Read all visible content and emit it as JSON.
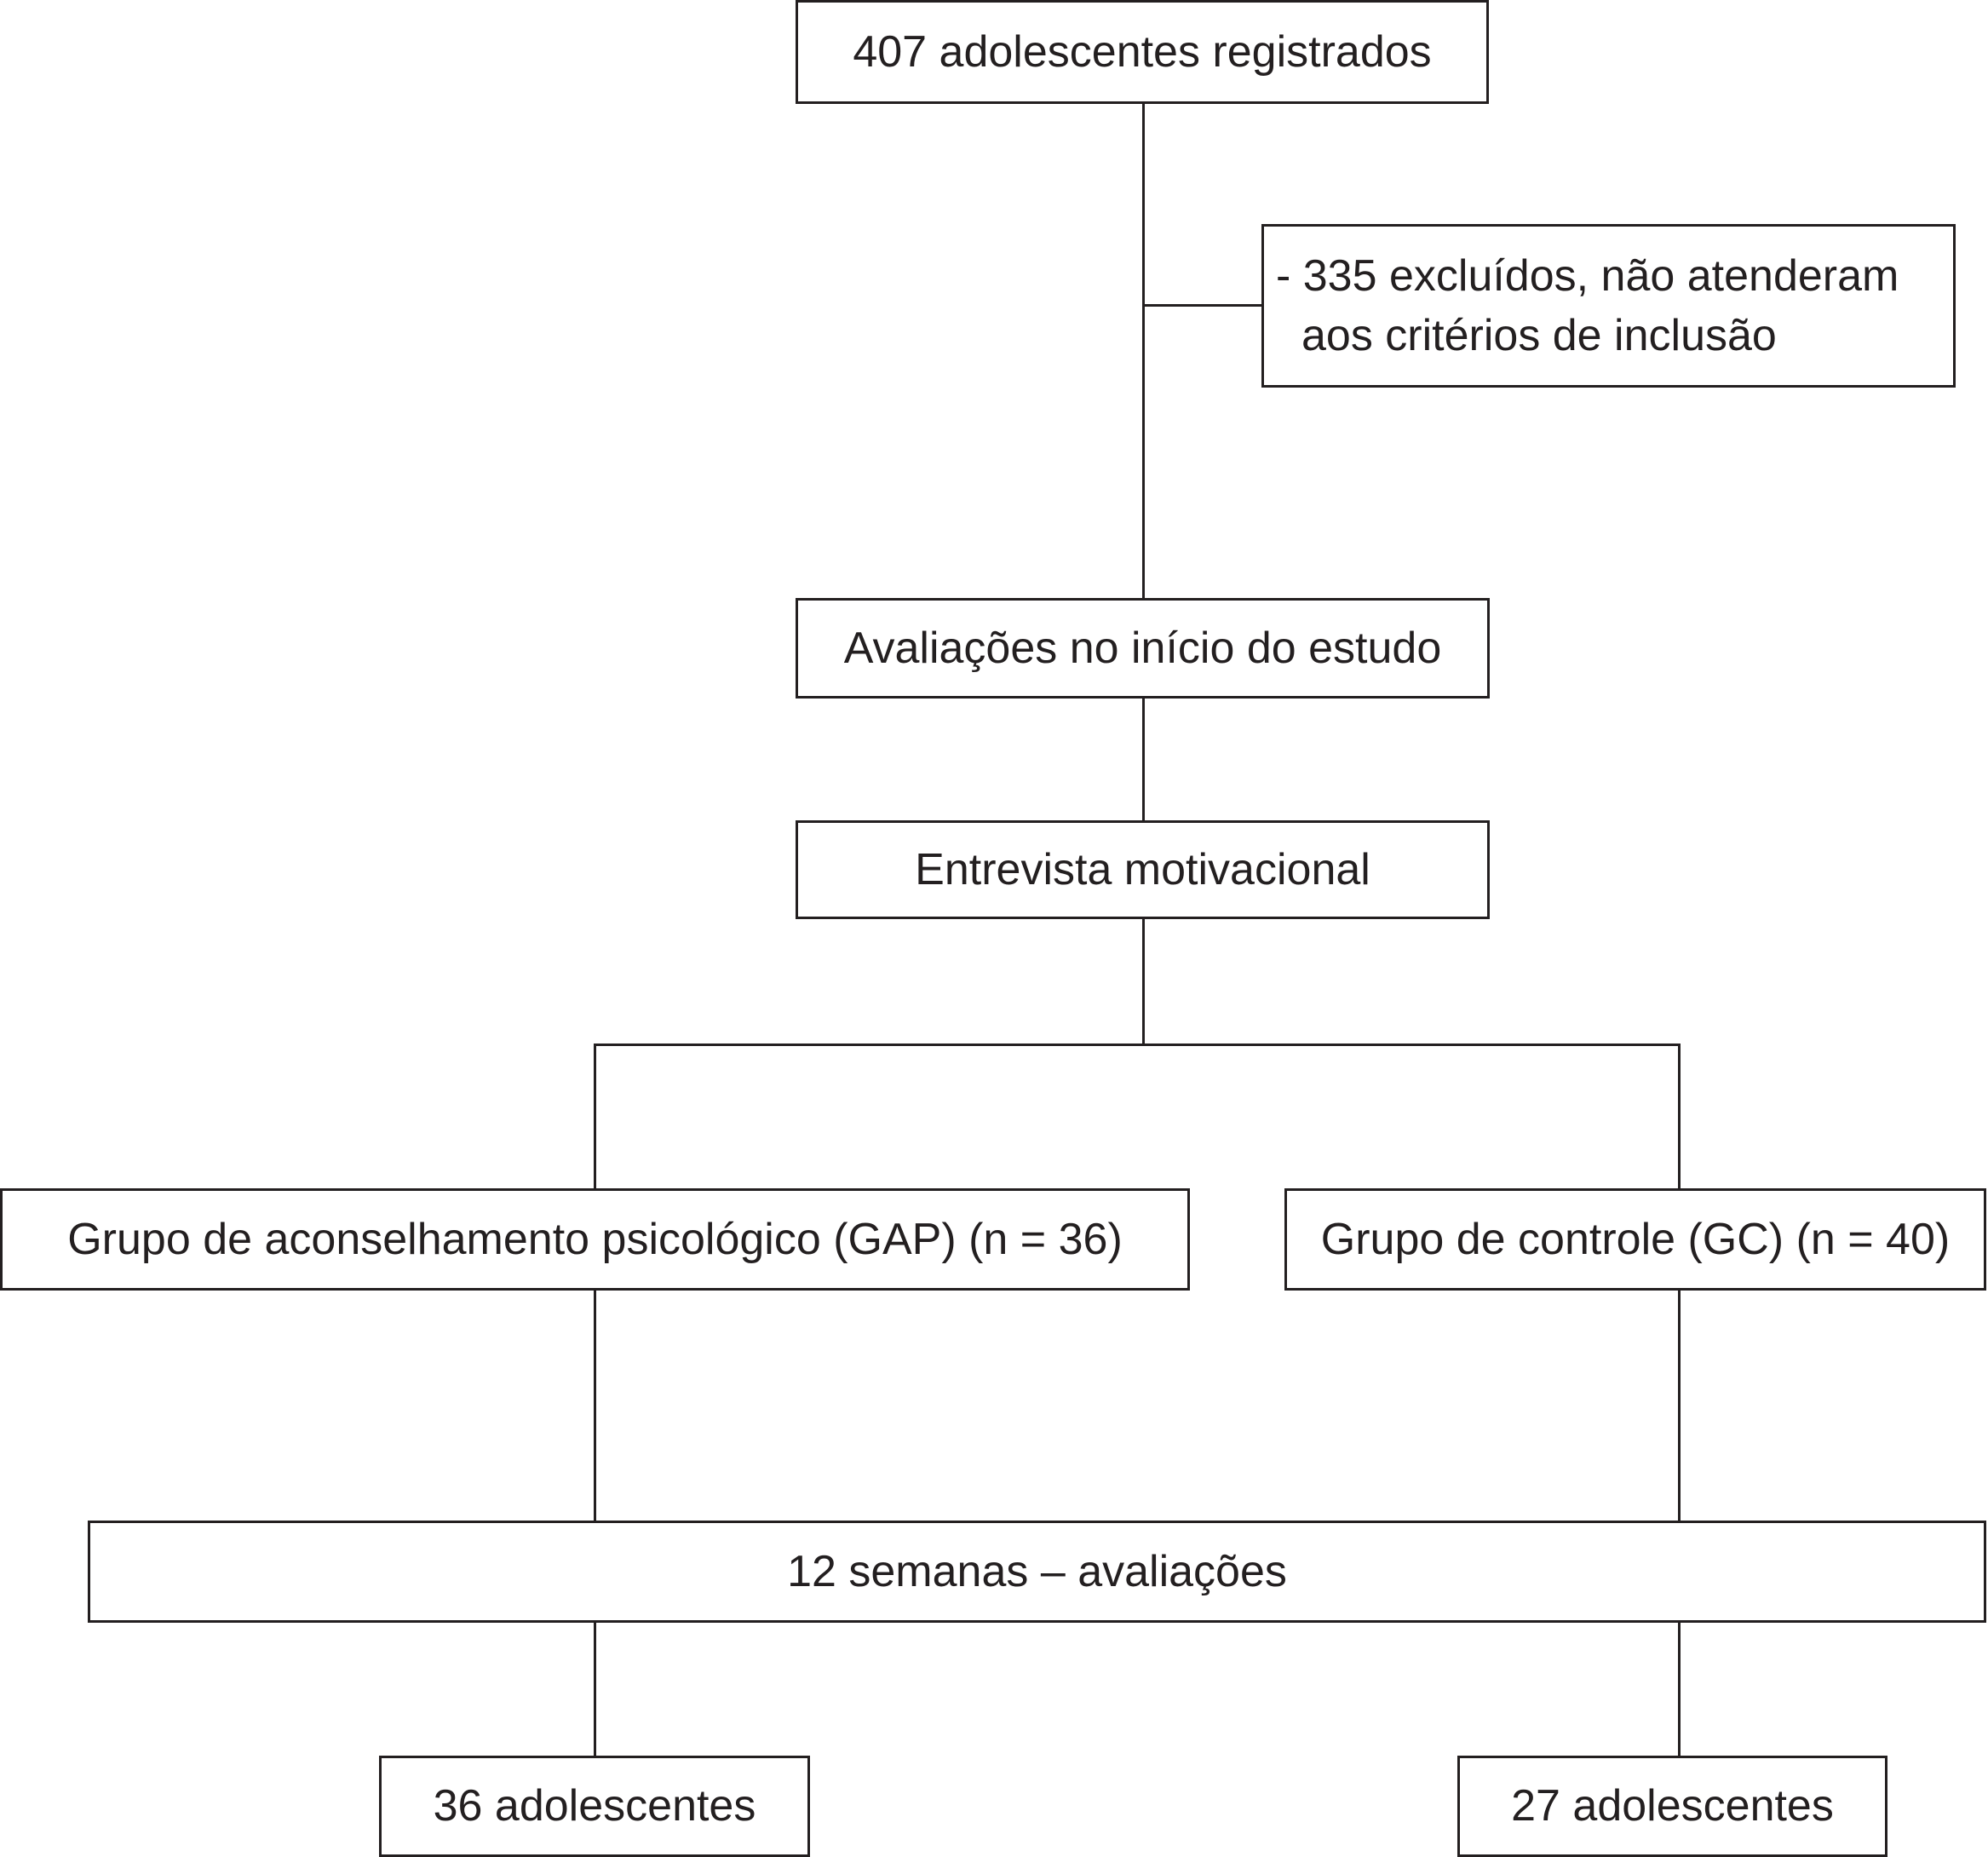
{
  "flowchart": {
    "registered": "407 adolescentes registrados",
    "excluded_line1": "- 335 excluídos, não atenderam",
    "excluded_line2": "aos critérios de inclusão",
    "baseline": "Avaliações no início do estudo",
    "interview": "Entrevista motivacional",
    "group_gap": "Grupo de aconselhamento psicológico (GAP) (n = 36)",
    "group_gc": "Grupo de controle (GC) (n = 40)",
    "followup": "12 semanas – avaliações",
    "final_gap": "36 adolescentes",
    "final_gc": "27 adolescentes"
  }
}
